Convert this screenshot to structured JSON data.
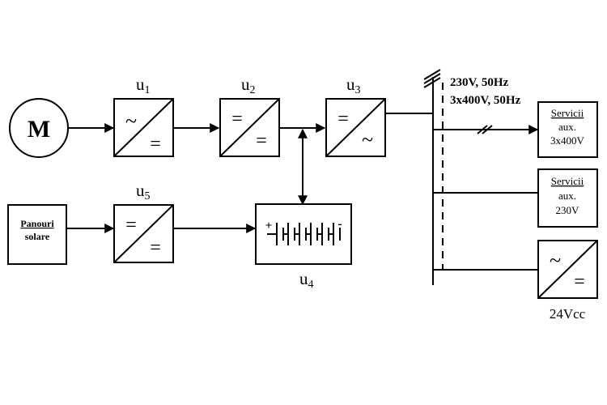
{
  "motor": {
    "label": "M"
  },
  "solar": {
    "label_line1": "Panouri",
    "label_line2": "solare"
  },
  "converters": {
    "u1": {
      "name": "u",
      "sub": "1",
      "top_symbol": "~",
      "bottom_symbol": "="
    },
    "u2": {
      "name": "u",
      "sub": "2",
      "top_symbol": "=",
      "bottom_symbol": "="
    },
    "u3": {
      "name": "u",
      "sub": "3",
      "top_symbol": "=",
      "bottom_symbol": "~"
    },
    "u5": {
      "name": "u",
      "sub": "5",
      "top_symbol": "=",
      "bottom_symbol": "="
    },
    "u4": {
      "name": "u",
      "sub": "4",
      "plus": "+",
      "minus": "-"
    },
    "dc": {
      "top_symbol": "~",
      "bottom_symbol": "=",
      "label": "24Vcc"
    }
  },
  "bus": {
    "label_line1": "230V, 50Hz",
    "label_line2": "3x400V, 50Hz"
  },
  "loads": {
    "aux400": {
      "line1": "Servicii",
      "line2": "aux.",
      "line3": "3x400V"
    },
    "aux230": {
      "line1": "Servicii",
      "line2": "aux.",
      "line3": "230V"
    }
  }
}
